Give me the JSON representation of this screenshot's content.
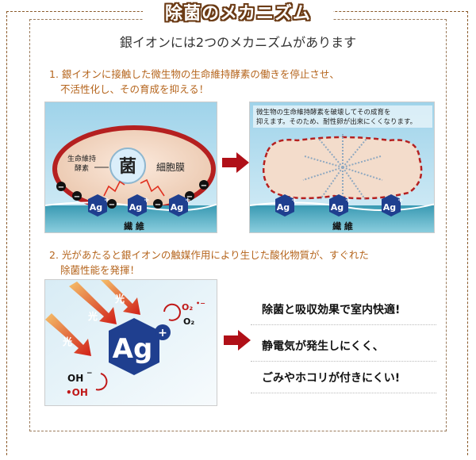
{
  "title": "除菌のメカニズム",
  "subtitle": "銀イオンには2つのメカニズムがあります",
  "section1": {
    "line1": "1. 銀イオンに接触した微生物の生命維持酵素の働きを停止させ、",
    "line2": "不活性化し、その育成を抑える！",
    "left_panel": {
      "germ_char": "菌",
      "enzyme_label_1": "生命維持",
      "enzyme_label_2": "酵素",
      "membrane_label": "細胞膜",
      "fiber_label": "繊 維",
      "ion_label": "Ag",
      "ion_charge": "+",
      "minus": "−"
    },
    "right_panel": {
      "caption_1": "微生物の生命維持酵素を破壊してその成育を",
      "caption_2": "抑えます。そのため、耐性卵が出来にくくなります。",
      "fiber_label": "繊 維",
      "ion_label": "Ag",
      "ion_charge": "+"
    }
  },
  "section2": {
    "line1": "2. 光があたると銀イオンの触媒作用により生じた酸化物質が、すぐれた",
    "line2": "除菌性能を発揮！",
    "light_label": "光",
    "ion_label": "Ag",
    "ion_charge": "+",
    "o2_radical": "O₂",
    "o2_radical_sup": "•−",
    "o2": "O₂",
    "oh_minus": "OH",
    "oh_minus_sup": "−",
    "oh_radical": "•OH",
    "benefits": [
      "除菌と吸収効果で室内快適!",
      "静電気が発生しにくく、",
      "ごみやホコリが付きにくい!"
    ]
  },
  "colors": {
    "accent_brown": "#6b3a14",
    "section_text": "#b5651d",
    "arrow_red": "#b01018",
    "ion_blue": "#1f3f8f"
  }
}
